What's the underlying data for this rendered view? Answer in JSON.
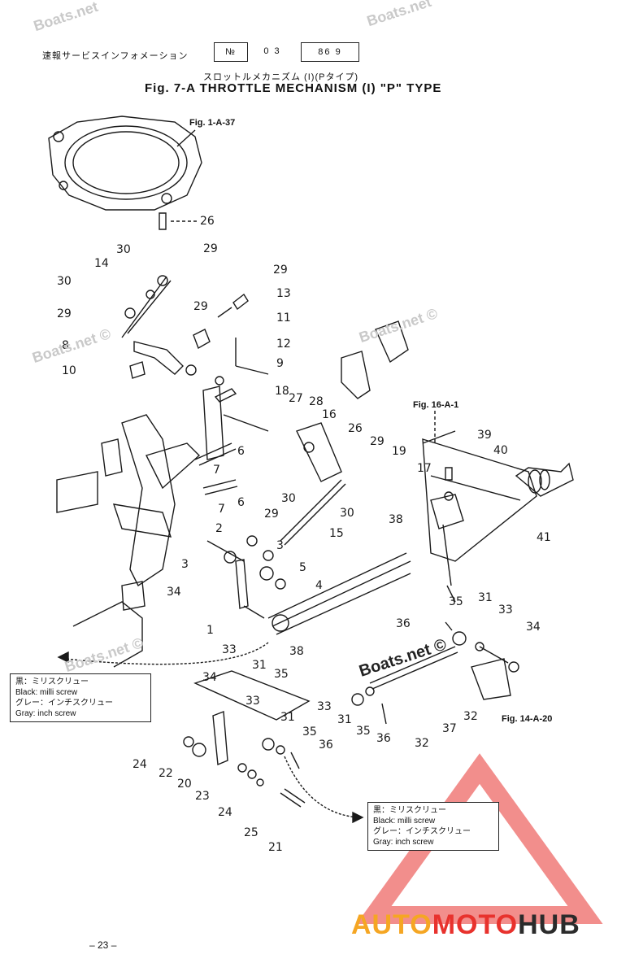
{
  "header": {
    "jp_service": "速報サービスインフォメーション",
    "box_no": "№",
    "box_code": "0 3",
    "box_date": "86 9",
    "title_jp": "スロットルメカニズム (I)(Pタイプ)",
    "title_en": "Fig. 7-A   THROTTLE MECHANISM (I) \"P\" TYPE"
  },
  "refs": {
    "fig_1a37": "Fig. 1-A-37",
    "fig_16a1": "Fig. 16-A-1",
    "fig_14a20": "Fig. 14-A-20"
  },
  "legend_left": {
    "jp_black": "黒：ミリスクリュー",
    "en_black": "Black: milli screw",
    "jp_gray": "グレー：インチスクリュー",
    "en_gray": "Gray: inch screw"
  },
  "legend_right": {
    "jp_black": "黒：ミリスクリュー",
    "en_black": "Black: milli screw",
    "jp_gray": "グレー：インチスクリュー",
    "en_gray": "Gray: inch screw"
  },
  "watermarks": [
    "Boats.net",
    "Boats.net",
    "Boats.net ©",
    "Boats.net ©",
    "Boats.net ©",
    "Boats.net ©"
  ],
  "callouts": [
    "26",
    "29",
    "30",
    "14",
    "30",
    "29",
    "13",
    "29",
    "11",
    "8",
    "12",
    "10",
    "9",
    "18",
    "27",
    "28",
    "16",
    "26",
    "29",
    "6",
    "19",
    "17",
    "7",
    "6",
    "7",
    "30",
    "29",
    "2",
    "15",
    "30",
    "3",
    "3",
    "5",
    "34",
    "4",
    "1",
    "33",
    "31",
    "35",
    "38",
    "34",
    "33",
    "33",
    "31",
    "24",
    "22",
    "20",
    "35",
    "36",
    "23",
    "24",
    "25",
    "21",
    "39",
    "40",
    "41",
    "38",
    "35",
    "31",
    "33",
    "36",
    "34",
    "31",
    "35",
    "36",
    "32",
    "37",
    "32"
  ],
  "page_number": "– 23 –",
  "logo": {
    "part1": "AUTO",
    "part2": "MOTO",
    "part3": "HUB",
    "color1": "#f5a623",
    "color2": "#e8322d",
    "color3": "#2b2b2b"
  },
  "colors": {
    "ink": "#1a1a1a",
    "logo_triangle": "#e8322d"
  }
}
